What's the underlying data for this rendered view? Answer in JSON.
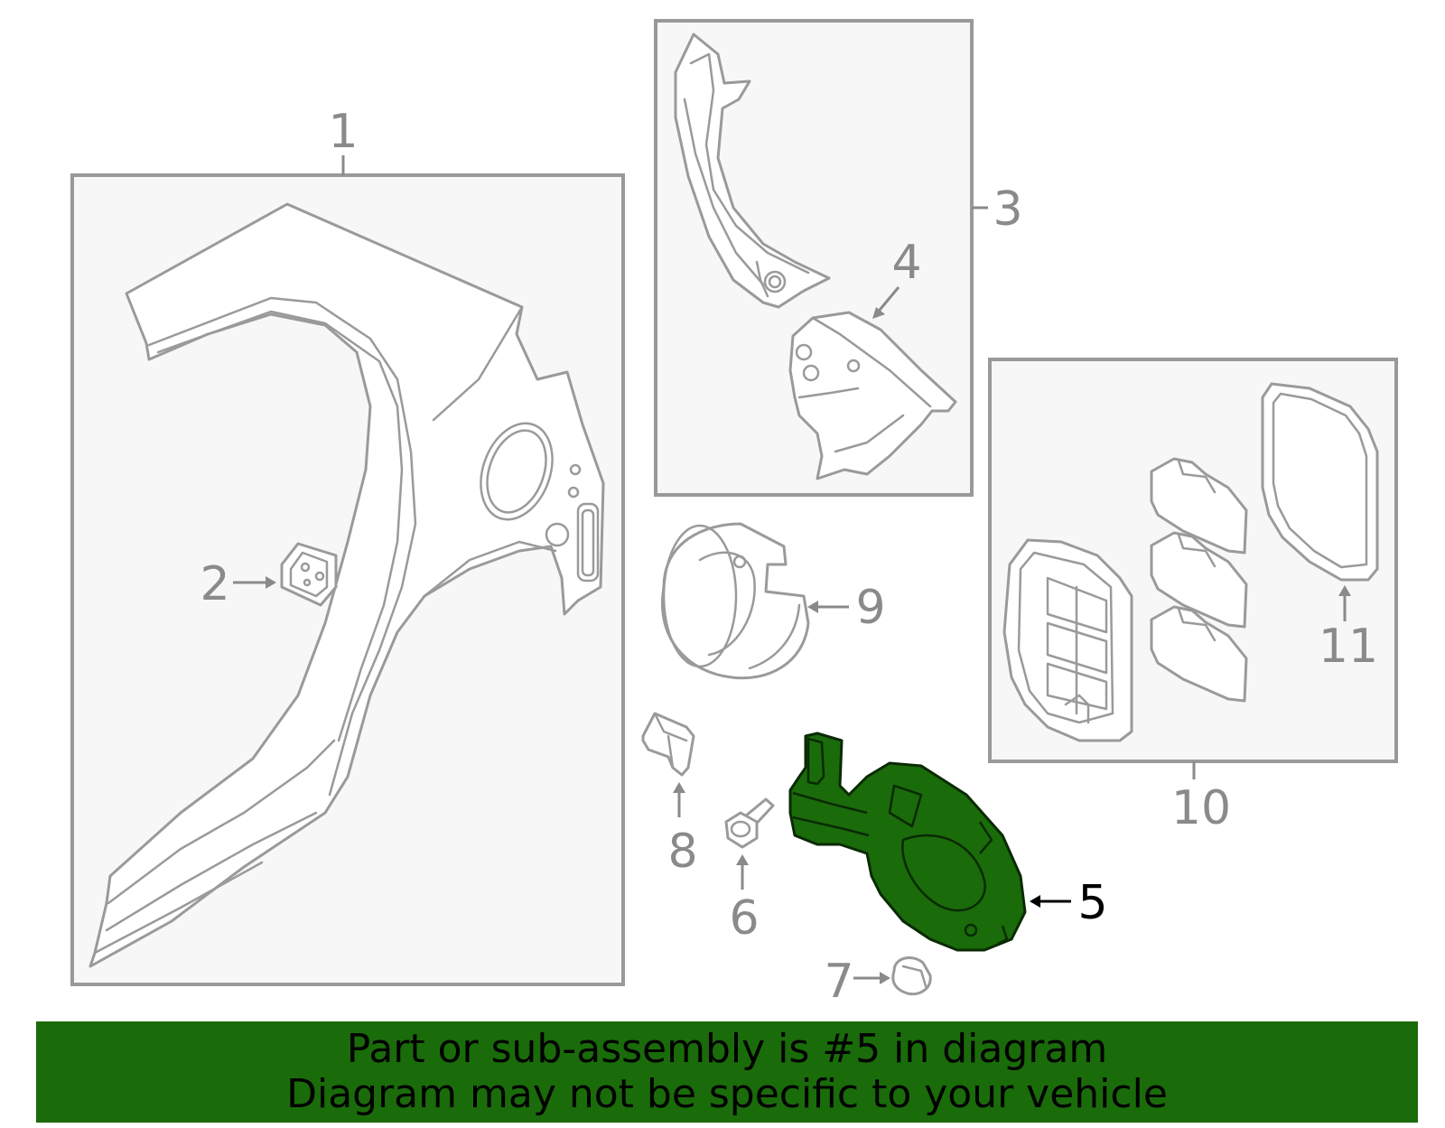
{
  "callouts": {
    "c1": "1",
    "c2": "2",
    "c3": "3",
    "c4": "4",
    "c5": "5",
    "c6": "6",
    "c7": "7",
    "c8": "8",
    "c9": "9",
    "c10": "10",
    "c11": "11"
  },
  "highlighted_part": "5",
  "colors": {
    "highlight": "#1a6b0a",
    "banner": "#1a6b0a",
    "line": "#9a9a9a"
  },
  "banner": {
    "line1": "Part or sub-assembly is #5 in diagram",
    "line2": "Diagram may not be specific to your vehicle"
  }
}
